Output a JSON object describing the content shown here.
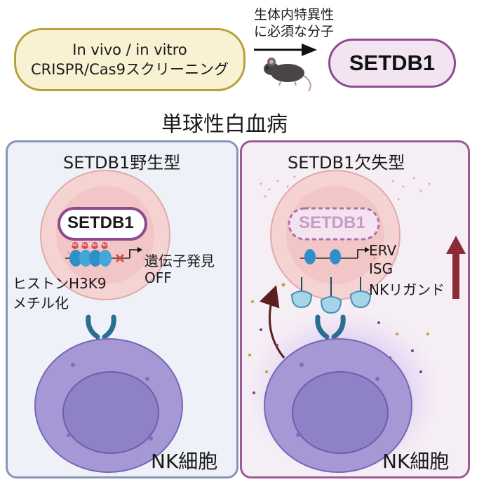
{
  "screening": {
    "line1": "In vivo / in vitro",
    "line2": "CRISPR/Cas9スクリーニング"
  },
  "arrow_label": {
    "line1": "生体内特異性",
    "line2": "に必須な分子"
  },
  "target_gene": "SETDB1",
  "disease_title": "単球性白血病",
  "wild_type": {
    "title": "SETDB1野生型",
    "protein_label": "SETDB1",
    "methyl_mark": "Me3",
    "expression_label": "遺伝子発見",
    "expression_state": "OFF",
    "histone_line1": "ヒストンH3K9",
    "histone_line2": "メチル化",
    "nk_label": "NK細胞"
  },
  "knockout": {
    "title": "SETDB1欠失型",
    "protein_label": "SETDB1",
    "genes": [
      "ERV",
      "ISG",
      "NKリガンド"
    ],
    "nk_label": "NK細胞"
  },
  "colors": {
    "screening_border": "#b8a03c",
    "screening_fill": "#f8f1d2",
    "setdb1_border": "#8f4a95",
    "setdb1_fill": "#f3e4f1",
    "wt_panel_border": "#8796b5",
    "ko_panel_border": "#9c5a98",
    "tumor_cell": "#f3c9c9",
    "nk_cell": "#9b8fcf",
    "up_arrow": "#8c2a35"
  }
}
